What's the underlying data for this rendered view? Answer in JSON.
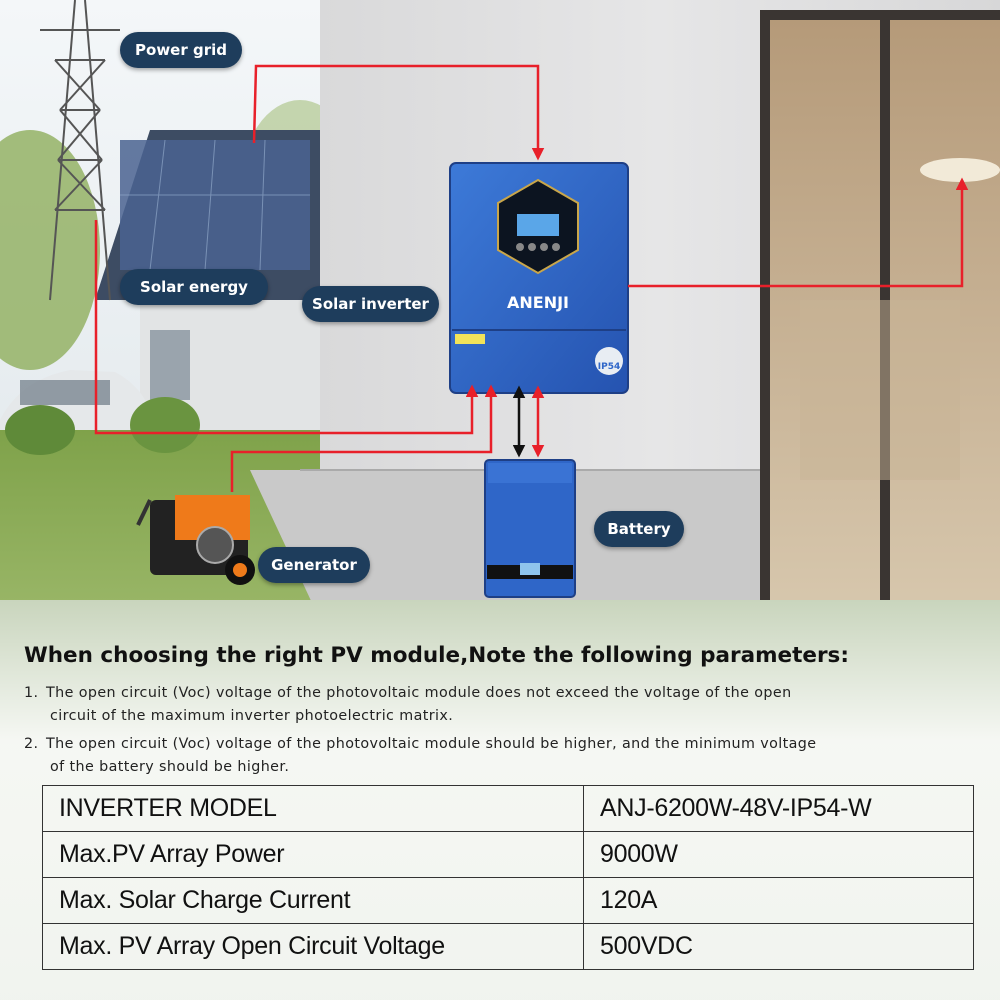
{
  "labels": {
    "power_grid": "Power grid",
    "solar_energy": "Solar energy",
    "solar_inverter": "Solar inverter",
    "battery": "Battery",
    "generator": "Generator"
  },
  "inverter": {
    "brand": "ANENJI",
    "rating_badge": "IP54"
  },
  "heading": "When choosing the right PV module,Note the following parameters:",
  "notes": [
    {
      "num": "1.",
      "line1": "The open circuit (Voc) voltage of the photovoltaic module does not exceed the voltage of the open",
      "line2": "circuit of the maximum inverter photoelectric matrix."
    },
    {
      "num": "2.",
      "line1": "The open circuit (Voc) voltage of the photovoltaic module should be higher, and the minimum voltage",
      "line2": "of the battery should be higher."
    }
  ],
  "spec_table": [
    {
      "label": "INVERTER MODEL",
      "value": "ANJ-6200W-48V-IP54-W"
    },
    {
      "label": "Max.PV Array Power",
      "value": "9000W"
    },
    {
      "label": "Max. Solar Charge Current",
      "value": "120A"
    },
    {
      "label": "Max. PV Array Open Circuit Voltage",
      "value": "500VDC"
    }
  ],
  "colors": {
    "arrow": "#e8202a",
    "label_bg": "#1e3d5c",
    "device_blue": "#2f66c8"
  }
}
